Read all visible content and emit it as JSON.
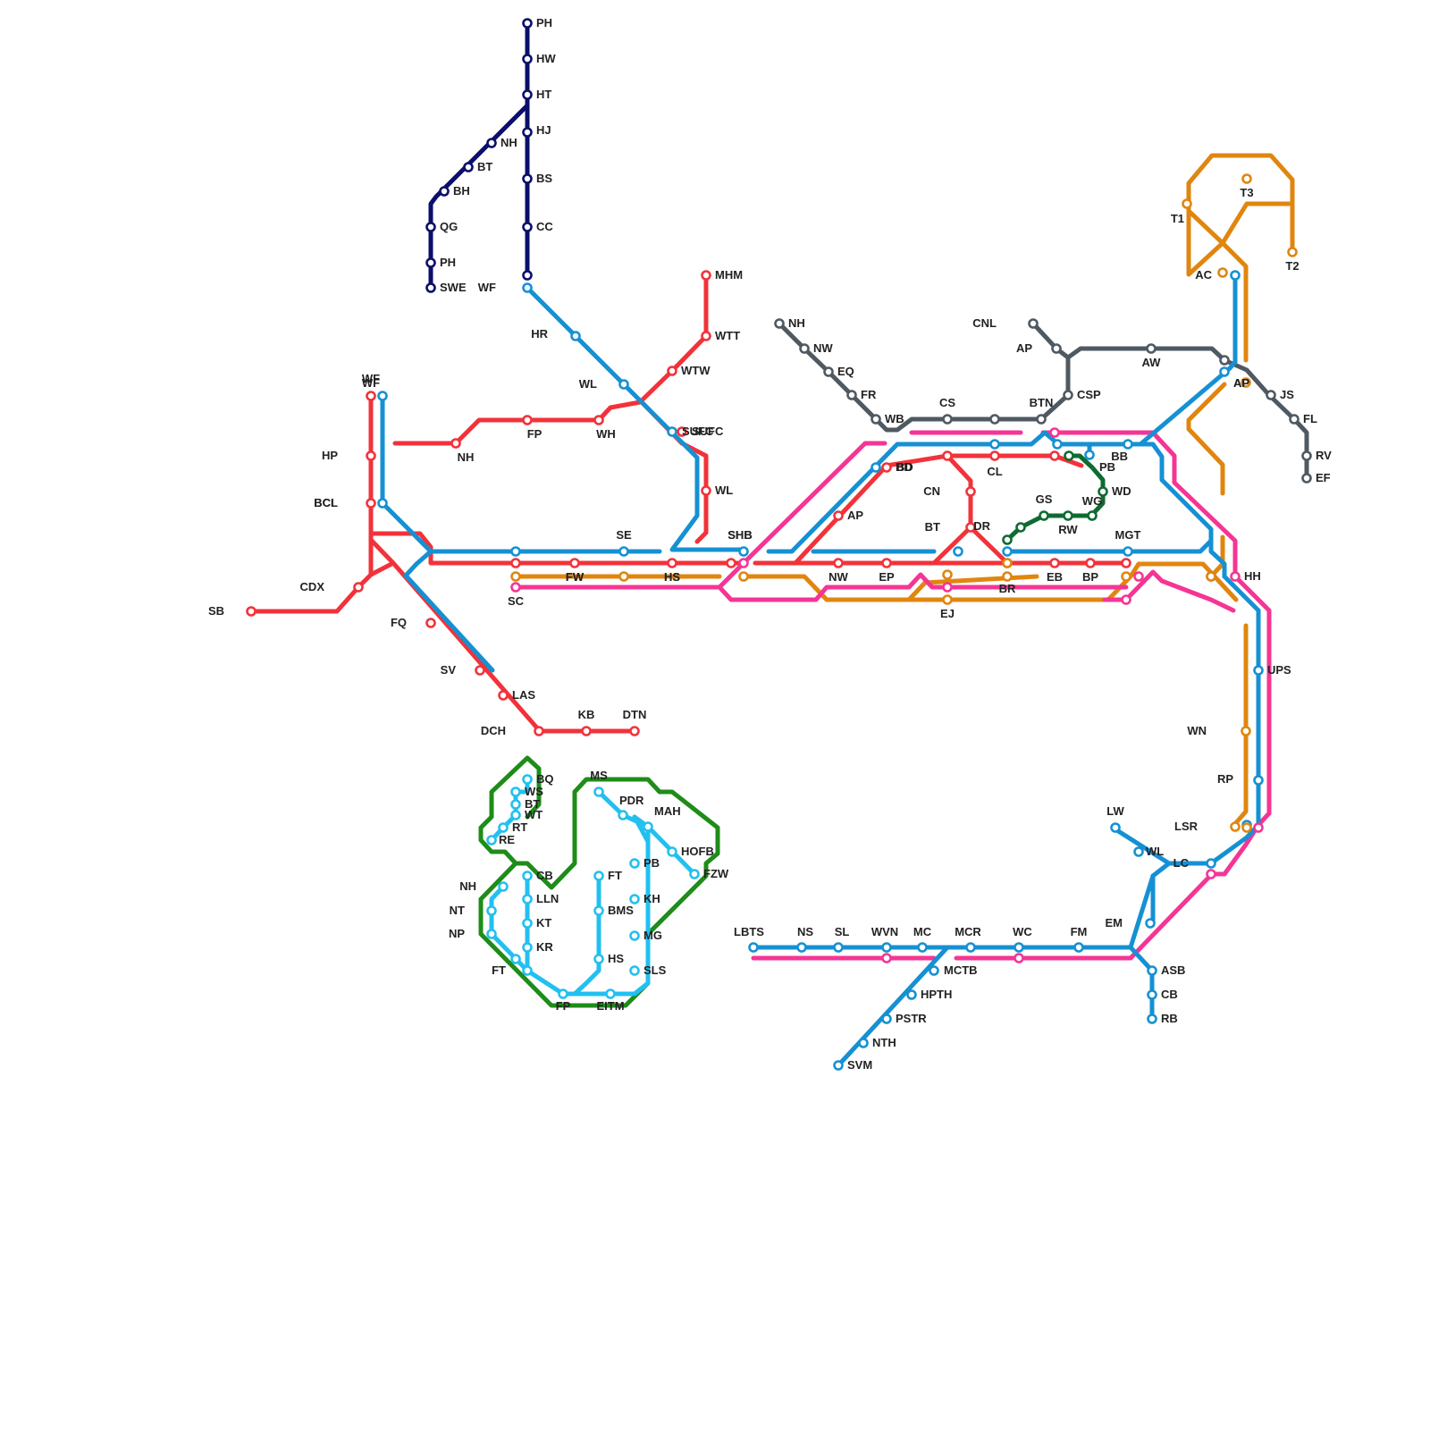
{
  "lines": [
    {
      "id": "navy",
      "color": "#0b0f6b",
      "stations": [
        {
          "label": "PH"
        },
        {
          "label": "HW"
        },
        {
          "label": "HT"
        },
        {
          "label": "HJ"
        },
        {
          "label": "BS"
        },
        {
          "label": "CC"
        },
        {
          "label": "NH"
        },
        {
          "label": "BT"
        },
        {
          "label": "BH"
        },
        {
          "label": "QG"
        },
        {
          "label": "PH"
        },
        {
          "label": "SWE"
        },
        {
          "label": ""
        }
      ]
    },
    {
      "id": "blue",
      "color": "#1591d3",
      "stations": [
        {
          "label": "WF"
        },
        {
          "label": "HR"
        },
        {
          "label": "WL"
        },
        {
          "label": "SUFC"
        },
        {
          "label": "WF"
        },
        {
          "label": "BCL"
        },
        {
          "label": ""
        },
        {
          "label": "SE"
        },
        {
          "label": "SHB"
        },
        {
          "label": "BD"
        },
        {
          "label": "CL"
        },
        {
          "label": ""
        },
        {
          "label": "PB"
        },
        {
          "label": "BB"
        },
        {
          "label": "MGT"
        },
        {
          "label": "AP"
        },
        {
          "label": "AC"
        },
        {
          "label": "UPS"
        },
        {
          "label": "RP"
        },
        {
          "label": ""
        },
        {
          "label": "LC"
        },
        {
          "label": "WL"
        },
        {
          "label": "LW"
        },
        {
          "label": "EM"
        },
        {
          "label": "ASB"
        },
        {
          "label": "CB"
        },
        {
          "label": "RB"
        },
        {
          "label": "LBTS"
        },
        {
          "label": "NS"
        },
        {
          "label": "SL"
        },
        {
          "label": "WVN"
        },
        {
          "label": "MC"
        },
        {
          "label": "MCR"
        },
        {
          "label": "WC"
        },
        {
          "label": "FM"
        },
        {
          "label": "MCTB"
        },
        {
          "label": "HPTH"
        },
        {
          "label": "PSTR"
        },
        {
          "label": "NTH"
        },
        {
          "label": "SVM"
        },
        {
          "label": ""
        },
        {
          "label": ""
        },
        {
          "label": ""
        }
      ]
    },
    {
      "id": "red",
      "color": "#f2323a",
      "stations": [
        {
          "label": "MHM"
        },
        {
          "label": "WTT"
        },
        {
          "label": "WTW"
        },
        {
          "label": "SUFC"
        },
        {
          "label": "WL"
        },
        {
          "label": "FP"
        },
        {
          "label": "WH"
        },
        {
          "label": "NH"
        },
        {
          "label": "WF"
        },
        {
          "label": "HP"
        },
        {
          "label": "BCL"
        },
        {
          "label": "CDX"
        },
        {
          "label": "SB"
        },
        {
          "label": "FQ"
        },
        {
          "label": "SV"
        },
        {
          "label": "LAS"
        },
        {
          "label": "DCH"
        },
        {
          "label": "KB"
        },
        {
          "label": "DTN"
        },
        {
          "label": ""
        },
        {
          "label": "FW"
        },
        {
          "label": "HS"
        },
        {
          "label": ""
        },
        {
          "label": "NW"
        },
        {
          "label": "EP"
        },
        {
          "label": ""
        },
        {
          "label": "EB"
        },
        {
          "label": "BP"
        },
        {
          "label": ""
        },
        {
          "label": "AP"
        },
        {
          "label": "BD"
        },
        {
          "label": ""
        },
        {
          "label": "CN"
        },
        {
          "label": "BT"
        },
        {
          "label": ""
        },
        {
          "label": ""
        }
      ]
    },
    {
      "id": "orange",
      "color": "#e0860f",
      "stations": [
        {
          "label": ""
        },
        {
          "label": "FW"
        },
        {
          "label": "HS"
        },
        {
          "label": ""
        },
        {
          "label": "EJ"
        },
        {
          "label": ""
        },
        {
          "label": "BR"
        },
        {
          "label": ""
        },
        {
          "label": ""
        },
        {
          "label": ""
        },
        {
          "label": "AP"
        },
        {
          "label": "WN"
        },
        {
          "label": "LSR"
        },
        {
          "label": "T1"
        },
        {
          "label": "T3"
        },
        {
          "label": "T2"
        },
        {
          "label": ""
        }
      ]
    },
    {
      "id": "pink",
      "color": "#f53594",
      "stations": [
        {
          "label": "SC"
        },
        {
          "label": "SHB"
        },
        {
          "label": ""
        },
        {
          "label": ""
        },
        {
          "label": ""
        },
        {
          "label": ""
        },
        {
          "label": "HH"
        },
        {
          "label": ""
        },
        {
          "label": ""
        },
        {
          "label": ""
        },
        {
          "label": ""
        }
      ]
    },
    {
      "id": "grey",
      "color": "#4f5961",
      "stations": [
        {
          "label": "NH"
        },
        {
          "label": "NW"
        },
        {
          "label": "EQ"
        },
        {
          "label": "FR"
        },
        {
          "label": "WB"
        },
        {
          "label": "CS"
        },
        {
          "label": ""
        },
        {
          "label": "BTN"
        },
        {
          "label": "CSP"
        },
        {
          "label": "AP"
        },
        {
          "label": "CNL"
        },
        {
          "label": "AW"
        },
        {
          "label": ""
        },
        {
          "label": "JS"
        },
        {
          "label": "FL"
        },
        {
          "label": "RV"
        },
        {
          "label": "EF"
        }
      ]
    },
    {
      "id": "darkgreen",
      "color": "#0f6b30",
      "stations": [
        {
          "label": "DR"
        },
        {
          "label": ""
        },
        {
          "label": "GS"
        },
        {
          "label": "RW"
        },
        {
          "label": "WG"
        },
        {
          "label": "WD"
        },
        {
          "label": ""
        }
      ]
    },
    {
      "id": "green",
      "color": "#1e8c19",
      "stations": []
    },
    {
      "id": "cyan",
      "color": "#22c0f0",
      "stations": [
        {
          "label": "BQ"
        },
        {
          "label": "WS"
        },
        {
          "label": "BT"
        },
        {
          "label": "WT"
        },
        {
          "label": "RT"
        },
        {
          "label": "RE"
        },
        {
          "label": "NH"
        },
        {
          "label": "NT"
        },
        {
          "label": "NP"
        },
        {
          "label": "CB"
        },
        {
          "label": "LLN"
        },
        {
          "label": "KT"
        },
        {
          "label": "KR"
        },
        {
          "label": "FT"
        },
        {
          "label": ""
        },
        {
          "label": "FP"
        },
        {
          "label": "EITM"
        },
        {
          "label": "MS"
        },
        {
          "label": "PDR"
        },
        {
          "label": "MAH"
        },
        {
          "label": "HOFB"
        },
        {
          "label": "FZW"
        },
        {
          "label": "PB"
        },
        {
          "label": "KH"
        },
        {
          "label": "MG"
        },
        {
          "label": "SLS"
        },
        {
          "label": "FT"
        },
        {
          "label": "BMS"
        },
        {
          "label": "HS"
        }
      ]
    }
  ]
}
